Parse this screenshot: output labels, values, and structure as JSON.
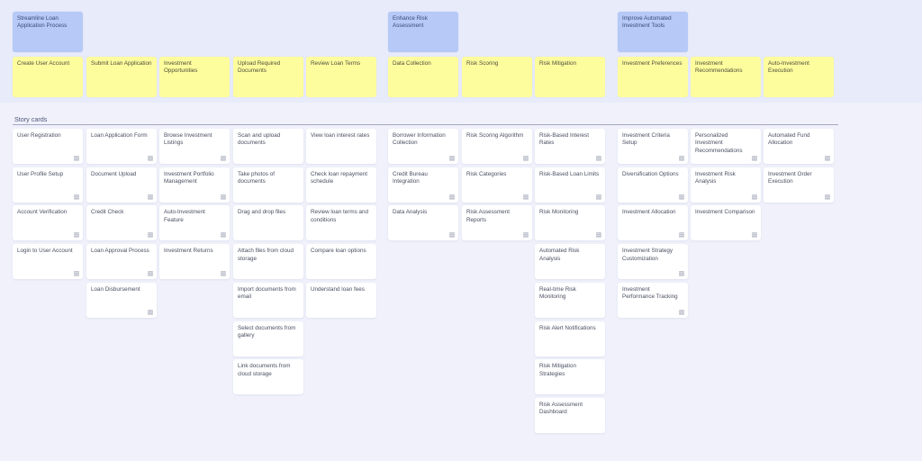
{
  "board": {
    "section_label": "Story cards",
    "colors": {
      "goal": "#b6c9f7",
      "activity": "#fefd9e",
      "story": "#ffffff",
      "top_band": "#e7ebfa",
      "background": "#f0f1fb"
    },
    "goals": [
      {
        "label": "Streamline Loan Application Process",
        "col": 0
      },
      {
        "label": "Enhance Risk Assessment",
        "col": 5
      },
      {
        "label": "Improve Automated Investment Tools",
        "col": 8
      }
    ],
    "columns": [
      {
        "activity": "Create User Account",
        "has_icon": true,
        "stories": [
          "User Registration",
          "User Profile Setup",
          "Account Verification",
          "Login to User Account"
        ]
      },
      {
        "activity": "Submit Loan Application",
        "has_icon": true,
        "stories": [
          "Loan Application Form",
          "Document Upload",
          "Credit Check",
          "Loan Approval Process",
          "Loan Disbursement"
        ]
      },
      {
        "activity": "Investment Opportunities",
        "has_icon": true,
        "stories": [
          "Browse Investment Listings",
          "Investment Portfolio Management",
          "Auto-Investment Feature",
          "Investment Returns"
        ]
      },
      {
        "activity": "Upload Required Documents",
        "has_icon": false,
        "stories": [
          "Scan and upload documents",
          "Take photos of documents",
          "Drag and drop files",
          "Attach files from cloud storage",
          "Import documents from email",
          "Select documents from gallery",
          "Link documents from cloud storage"
        ]
      },
      {
        "activity": "Review Loan Terms",
        "has_icon": false,
        "stories": [
          "View loan interest rates",
          "Check loan repayment schedule",
          "Review loan terms and conditions",
          "Compare loan options",
          "Understand loan fees"
        ]
      },
      {
        "activity": "Data Collection",
        "has_icon": true,
        "stories": [
          "Borrower Information Collection",
          "Credit Bureau Integration",
          "Data Analysis"
        ]
      },
      {
        "activity": "Risk Scoring",
        "has_icon": true,
        "stories": [
          "Risk Scoring Algorithm",
          "Risk Categories",
          "Risk Assessment Reports"
        ]
      },
      {
        "activity": "Risk Mitigation",
        "has_icon": true,
        "icon_rows": 3,
        "stories": [
          "Risk-Based Interest Rates",
          "Risk-Based Loan Limits",
          "Risk Monitoring",
          "Automated Risk Analysis",
          "Real-time Risk Monitoring",
          "Risk Alert Notifications",
          "Risk Mitigation Strategies",
          "Risk Assessment Dashboard"
        ]
      },
      {
        "activity": "Investment Preferences",
        "has_icon": true,
        "stories": [
          "Investment Criteria Setup",
          "Diversification Options",
          "Investment Allocation",
          "Investment Strategy Customization",
          "Investment Performance Tracking"
        ]
      },
      {
        "activity": "Investment Recommendations",
        "has_icon": true,
        "stories": [
          "Personalized Investment Recommendations",
          "Investment Risk Analysis",
          "Investment Comparison"
        ]
      },
      {
        "activity": "Auto-Investment Execution",
        "has_icon": true,
        "stories": [
          "Automated Fund Allocation",
          "Investment Order Execution"
        ]
      }
    ]
  }
}
